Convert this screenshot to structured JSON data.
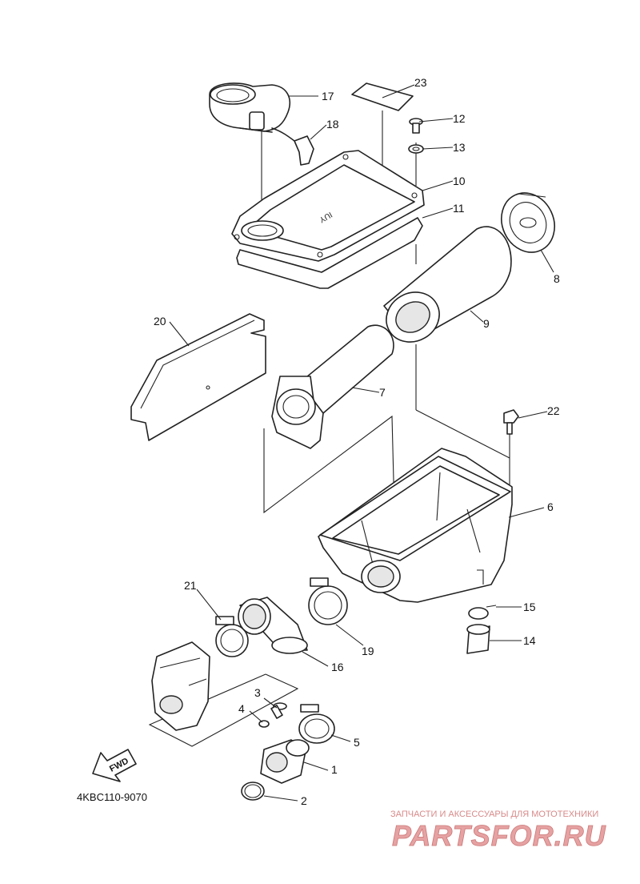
{
  "diagram": {
    "part_code": "4KBC110-9070",
    "fwd_label": "FWD",
    "lid_marking": "IUY",
    "callouts": {
      "c1": "1",
      "c2": "2",
      "c3": "3",
      "c4": "4",
      "c5": "5",
      "c6": "6",
      "c7": "7",
      "c8": "8",
      "c9": "9",
      "c10": "10",
      "c11": "11",
      "c12": "12",
      "c13": "13",
      "c14": "14",
      "c15": "15",
      "c16": "16",
      "c17": "17",
      "c18": "18",
      "c19": "19",
      "c20": "20",
      "c21": "21",
      "c22": "22",
      "c23": "23"
    }
  },
  "watermark": {
    "tagline": "ЗАПЧАСТИ И АКСЕССУАРЫ ДЛЯ МОТОТЕХНИКИ",
    "brand": "PARTSFOR.RU"
  }
}
